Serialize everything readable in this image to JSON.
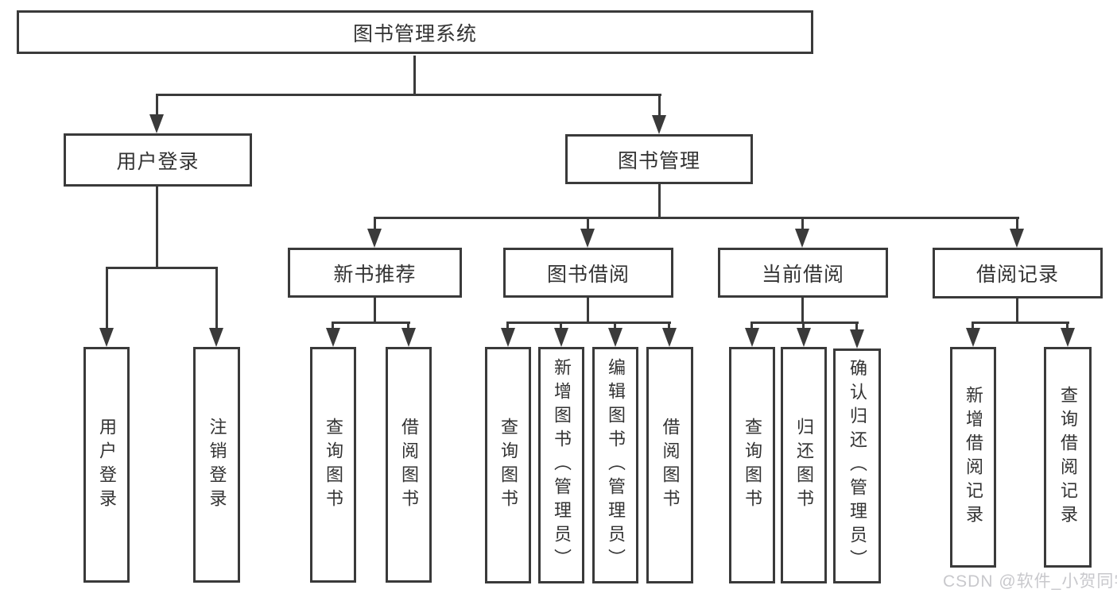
{
  "diagram": {
    "kind": "hierarchy-tree",
    "background_color": "#ffffff",
    "line_color": "#3a3a3a",
    "text_color": "#333333"
  },
  "tree": {
    "label": "图书管理系统",
    "children": [
      {
        "label": "用户登录",
        "children": [
          {
            "label": "用户登录"
          },
          {
            "label": "注销登录"
          }
        ]
      },
      {
        "label": "图书管理",
        "children": [
          {
            "label": "新书推荐",
            "children": [
              {
                "label": "查询图书"
              },
              {
                "label": "借阅图书"
              }
            ]
          },
          {
            "label": "图书借阅",
            "children": [
              {
                "label": "查询图书"
              },
              {
                "label": "新增图书（管理员）"
              },
              {
                "label": "编辑图书（管理员）"
              },
              {
                "label": "借阅图书"
              }
            ]
          },
          {
            "label": "当前借阅",
            "children": [
              {
                "label": "查询图书"
              },
              {
                "label": "归还图书"
              },
              {
                "label": "确认归还（管理员）"
              }
            ]
          },
          {
            "label": "借阅记录",
            "children": [
              {
                "label": "新增借阅记录"
              },
              {
                "label": "查询借阅记录"
              }
            ]
          }
        ]
      }
    ]
  },
  "watermark": {
    "text": "CSDN @软件_小贺同学",
    "color": "#c8c8cc"
  }
}
